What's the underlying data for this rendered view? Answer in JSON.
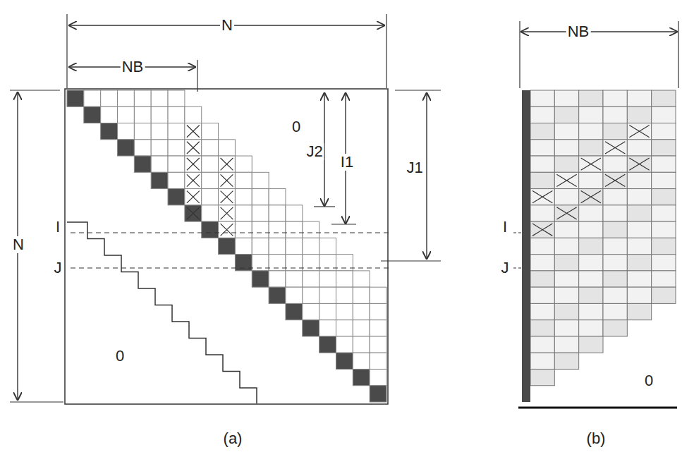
{
  "diagram": {
    "labels": [
      "N",
      "NB",
      "NB",
      "0",
      "J2",
      "I1",
      "J1",
      "N",
      "I",
      "I",
      "J",
      "J",
      "0",
      "0",
      "(a)",
      "(b)"
    ]
  }
}
